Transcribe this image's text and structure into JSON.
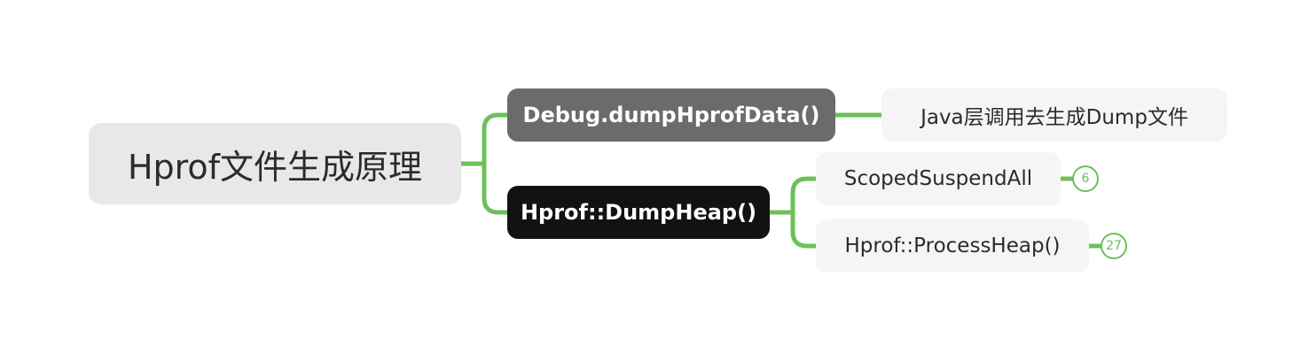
{
  "mindmap": {
    "root": {
      "label": "Hprof文件生成原理"
    },
    "branches": [
      {
        "label": "Debug.dumpHprofData()",
        "children": [
          {
            "label": "Java层调用去生成Dump文件"
          }
        ]
      },
      {
        "label": "Hprof::DumpHeap()",
        "children": [
          {
            "label": "ScopedSuspendAll",
            "badge": "6"
          },
          {
            "label": "Hprof::ProcessHeap()",
            "badge": "27"
          }
        ]
      }
    ]
  },
  "colors": {
    "connector": "#6cc05a",
    "root_fill": "#e8e8e8",
    "branch1_fill": "#6b6b6b",
    "branch2_fill": "#121212",
    "leaf_fill": "#f5f5f5"
  },
  "icons": {
    "badge_shape": "count-circle-badge"
  }
}
